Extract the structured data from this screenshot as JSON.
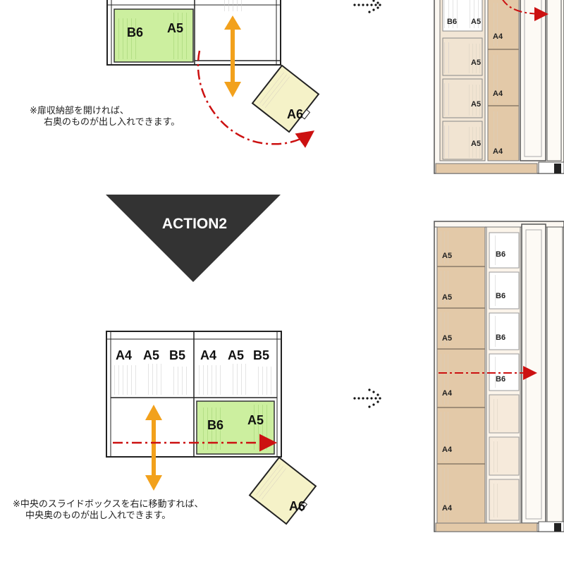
{
  "action_label": "ACTION2",
  "note_top": {
    "line1": "※扉収納部を開ければ、",
    "line2": "右奥のものが出し入れできます。"
  },
  "note_bottom": {
    "line1": "※中央のスライドボックスを右に移動すれば、",
    "line2": "中央奥のものが出し入れできます。"
  },
  "top_plan": {
    "box_b6": "B6",
    "box_a5": "A5",
    "door_a6": "A6"
  },
  "bottom_plan": {
    "left_row": [
      "A4",
      "A5",
      "B5"
    ],
    "right_row": [
      "A4",
      "A5",
      "B5"
    ],
    "box_b6": "B6",
    "box_a5": "A5",
    "door_a6": "A6"
  },
  "top_elevation": {
    "left_top": [
      "B6",
      "A5"
    ],
    "left_shelves": [
      "A5",
      "A5",
      "A5"
    ],
    "middle_shelves": [
      "A4",
      "A4",
      "A4"
    ]
  },
  "bottom_elevation": {
    "left_shelves": [
      "A5",
      "A5",
      "A5",
      "A4",
      "A4",
      "A4"
    ],
    "middle_shelves": [
      "B6",
      "B6",
      "B6",
      "B6"
    ]
  },
  "colors": {
    "green": "#ccef9f",
    "door": "#f5f2c8",
    "orange_arrow": "#f2a11c",
    "red_arrow": "#cc1111",
    "tan": "#e3c9a8",
    "triangle": "#333333"
  }
}
